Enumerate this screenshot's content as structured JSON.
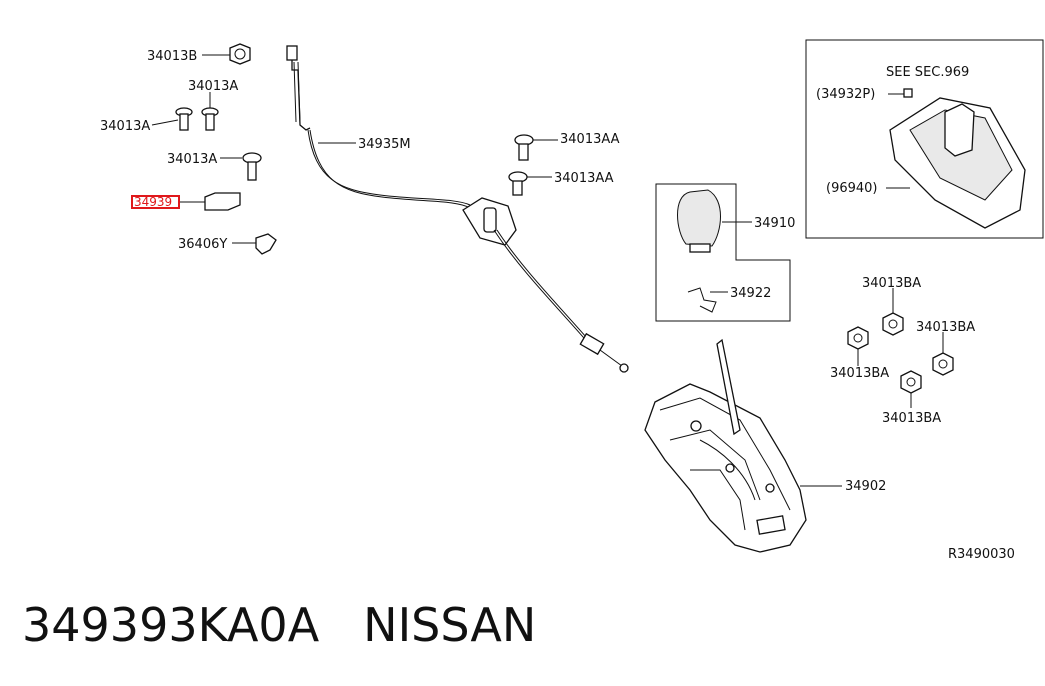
{
  "callouts": {
    "p34013B": "34013B",
    "p34013A_top": "34013A",
    "p34013A_left": "34013A",
    "p34013A_mid": "34013A",
    "p34939": "34939",
    "p36406Y": "36406Y",
    "p34935M": "34935M",
    "p34013AA_1": "34013AA",
    "p34013AA_2": "34013AA",
    "p34910": "34910",
    "p34922": "34922",
    "p34902": "34902",
    "p34013BA_1": "34013BA",
    "p34013BA_2": "34013BA",
    "p34013BA_3": "34013BA",
    "p34013BA_4": "34013BA",
    "see_sec": "SEE SEC.969",
    "p34932P": "(34932P)",
    "p96940": "(96940)",
    "ref_code": "R3490030"
  },
  "footer": {
    "part_number": "349393KA0A",
    "brand": "NISSAN"
  },
  "colors": {
    "highlight": "#e0181b",
    "ink": "#111111"
  }
}
